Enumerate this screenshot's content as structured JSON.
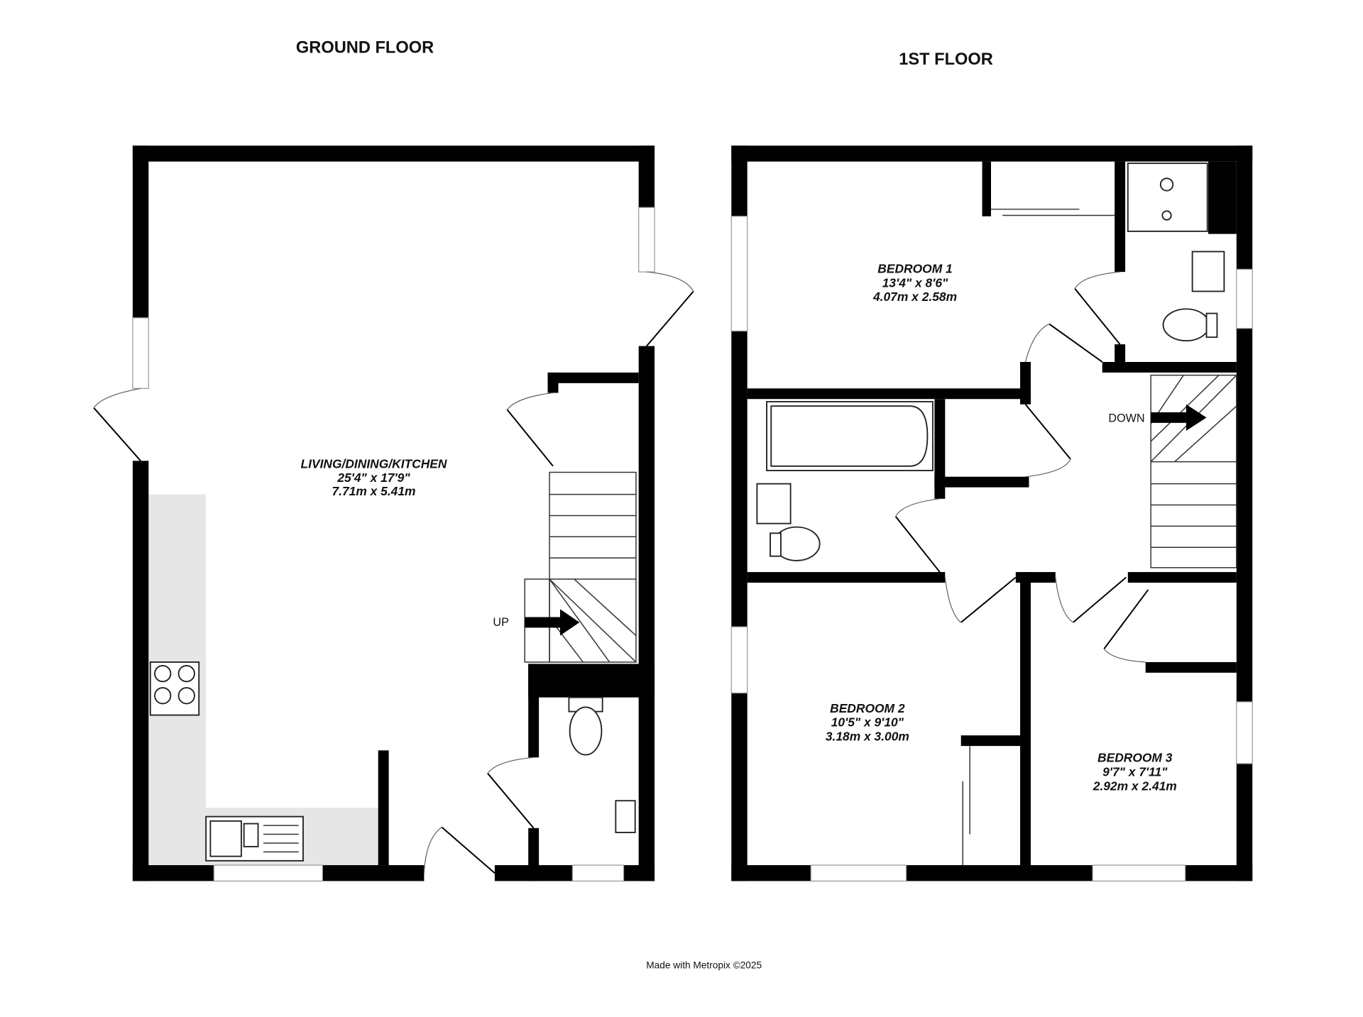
{
  "ground_floor": {
    "title": "GROUND FLOOR",
    "room": {
      "name": "LIVING/DINING/KITCHEN",
      "imperial": "25'4\"  x 17'9\"",
      "metric": "7.71m  x 5.41m"
    },
    "stairs_label": "UP"
  },
  "first_floor": {
    "title": "1ST FLOOR",
    "stairs_label": "DOWN",
    "rooms": [
      {
        "name": "BEDROOM 1",
        "imperial": "13'4\"  x 8'6\"",
        "metric": "4.07m  x 2.58m"
      },
      {
        "name": "BEDROOM 2",
        "imperial": "10'5\"  x 9'10\"",
        "metric": "3.18m  x 3.00m"
      },
      {
        "name": "BEDROOM 3",
        "imperial": "9'7\"  x 7'11\"",
        "metric": "2.92m  x 2.41m"
      }
    ]
  },
  "footer": "Made with Metropix ©2025"
}
